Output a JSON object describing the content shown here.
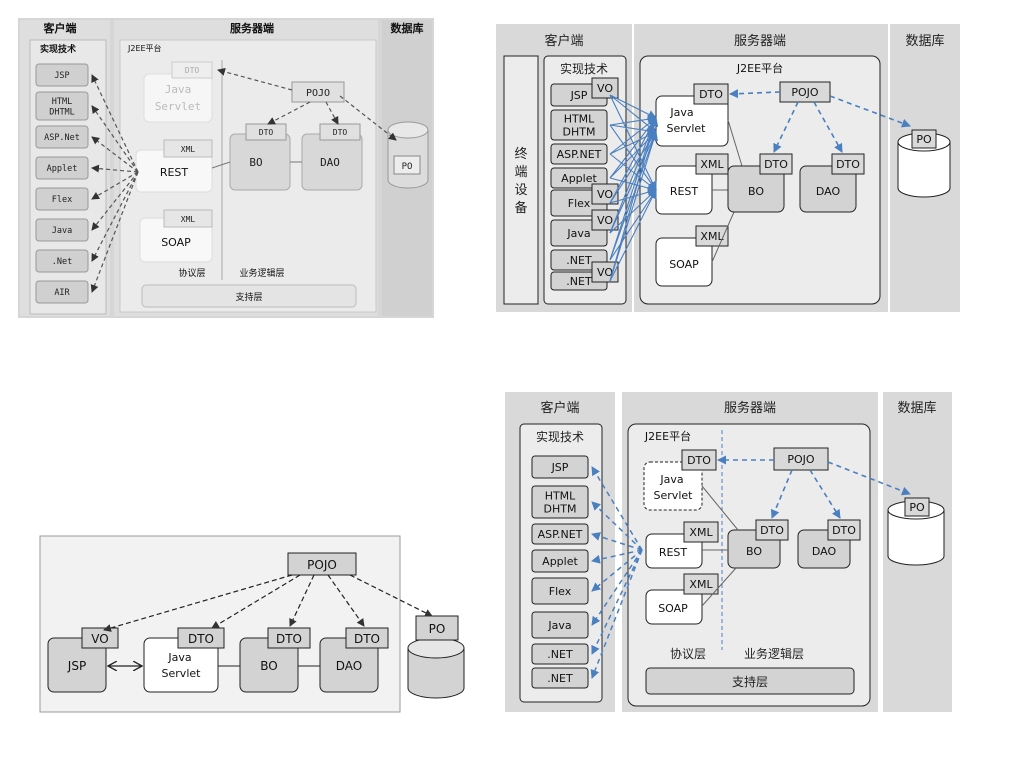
{
  "d1": {
    "col_client": "客户端",
    "col_server": "服务器端",
    "col_db": "数据库",
    "impl_tech": "实现技术",
    "platform": "J2EE平台",
    "clients": [
      "JSP",
      "HTML DHTML",
      "ASP.Net",
      "Applet",
      "Flex",
      "Java",
      ".Net",
      "AIR"
    ],
    "dto": "DTO",
    "java_servlet_1": "Java",
    "java_servlet_2": "Servlet",
    "xml": "XML",
    "rest": "REST",
    "soap": "SOAP",
    "pojo": "POJO",
    "bo": "BO",
    "dao": "DAO",
    "po": "PO",
    "protocol_layer": "协议层",
    "business_layer": "业务逻辑层",
    "support_layer": "支持层"
  },
  "d2": {
    "col_client": "客户端",
    "col_server": "服务器端",
    "col_db": "数据库",
    "terminal": [
      "终",
      "端",
      "设",
      "备"
    ],
    "impl_tech": "实现技术",
    "platform": "J2EE平台",
    "clients": [
      "JSP",
      "HTML DHTM",
      "ASP.NET",
      "Applet",
      "Flex",
      "Java",
      ".NET",
      ".NET"
    ],
    "vo": "VO",
    "dto": "DTO",
    "java_servlet_1": "Java",
    "java_servlet_2": "Servlet",
    "xml": "XML",
    "rest": "REST",
    "soap": "SOAP",
    "pojo": "POJO",
    "bo": "BO",
    "dao": "DAO",
    "po": "PO"
  },
  "d3": {
    "vo": "VO",
    "jsp": "JSP",
    "dto": "DTO",
    "java_servlet_1": "Java",
    "java_servlet_2": "Servlet",
    "bo": "BO",
    "dao": "DAO",
    "pojo": "POJO",
    "po": "PO"
  },
  "d4": {
    "col_client": "客户端",
    "col_server": "服务器端",
    "col_db": "数据库",
    "impl_tech": "实现技术",
    "platform": "J2EE平台",
    "clients": [
      "JSP",
      "HTML DHTM",
      "ASP.NET",
      "Applet",
      "Flex",
      "Java",
      ".NET",
      ".NET"
    ],
    "dto": "DTO",
    "java_servlet_1": "Java",
    "java_servlet_2": "Servlet",
    "xml": "XML",
    "rest": "REST",
    "soap": "SOAP",
    "pojo": "POJO",
    "bo": "BO",
    "dao": "DAO",
    "po": "PO",
    "protocol_layer": "协议层",
    "business_layer": "业务逻辑层",
    "support_layer": "支持层"
  },
  "colors": {
    "panel": "#dcdcdc",
    "inner": "#ececec",
    "box": "#d3d3d3",
    "blue_arrow": "#4a7fc0",
    "dashed_dark": "#333333"
  }
}
